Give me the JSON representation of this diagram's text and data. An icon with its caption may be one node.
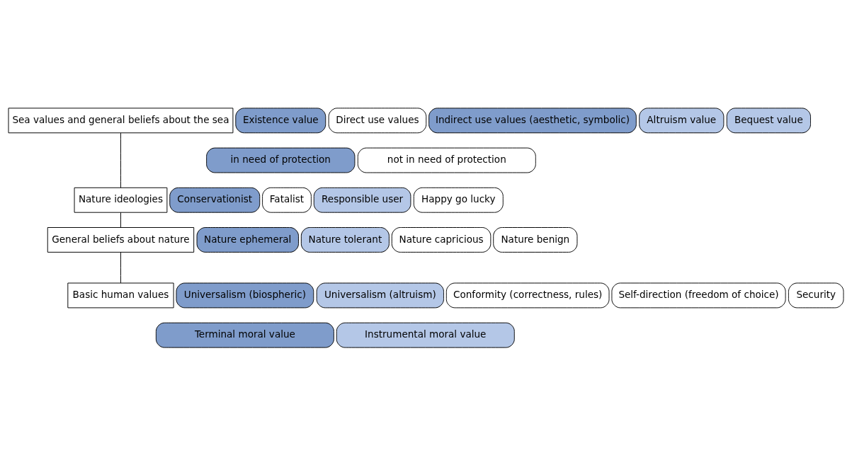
{
  "diagram": {
    "nodes": [
      {
        "text": [
          "Sea values and general beliefs about the sea"
        ]
      },
      {
        "text": [
          "Nature ideologies"
        ]
      },
      {
        "text": [
          "General beliefs about nature"
        ]
      },
      {
        "text": [
          "Basic human values"
        ]
      },
      {
        "text": [
          "Existence value"
        ]
      },
      {
        "text": [
          "Direct use values"
        ]
      },
      {
        "text": [
          "Indirect use values (aesthetic, symbolic)"
        ]
      },
      {
        "text": [
          "Altruism value"
        ]
      },
      {
        "text": [
          "Bequest value"
        ]
      },
      {
        "text": [
          "in need of protection"
        ]
      },
      {
        "text": [
          "not in need of protection"
        ]
      },
      {
        "text": [
          "Conservationist"
        ]
      },
      {
        "text": [
          "Fatalist"
        ]
      },
      {
        "text": [
          "Responsible user"
        ]
      },
      {
        "text": [
          "Happy go lucky"
        ]
      },
      {
        "text": [
          "Nature ephemeral"
        ]
      },
      {
        "text": [
          "Nature tolerant"
        ]
      },
      {
        "text": [
          "Nature capricious"
        ]
      },
      {
        "text": [
          "Nature benign"
        ]
      },
      {
        "text": [
          "Universalism (biospheric)"
        ]
      },
      {
        "text": [
          "Universalism (altruism)"
        ]
      },
      {
        "text": [
          "Conformity (correctness, rules)"
        ]
      },
      {
        "text": [
          "Self-direction (freedom of choice)"
        ]
      },
      {
        "text": [
          "Security"
        ]
      },
      {
        "text": [
          "Terminal moral value"
        ]
      },
      {
        "text": [
          "Instrumental moral value"
        ]
      }
    ],
    "edges": [
      {
        "from": 0,
        "to": 1,
        "arrow": "none"
      },
      {
        "from": 1,
        "to": 2,
        "arrow": "none"
      },
      {
        "from": 2,
        "to": 3,
        "arrow": "none"
      }
    ]
  }
}
